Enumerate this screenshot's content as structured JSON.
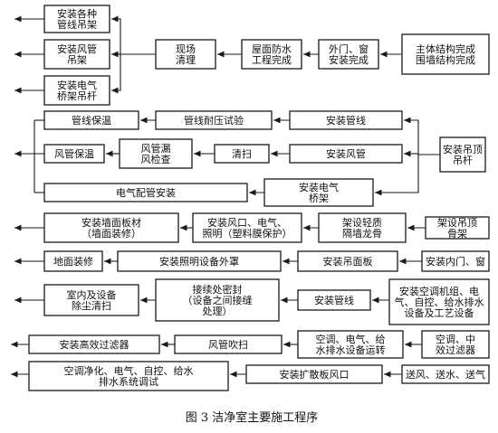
{
  "diagram": {
    "caption": "图 3  洁净室主要施工程序",
    "nodes": {
      "n_main_struct": "主体结构完成 围墙结构完成",
      "n_ext_window": "外门、窗 安装完成",
      "n_floor_plaster": "屋面防水 工程完成",
      "n_site_clean": "现场 清理",
      "n_pipe_hanger": "安装各种 管线吊架",
      "n_duct_hanger": "安装风管 吊架",
      "n_elec_hanger": "安装电气 桥架吊杆",
      "n_hanger_inst": "安装吊顶 吊杆",
      "n_pipe_inst": "安装管线",
      "n_pipe_press": "管线耐压试验",
      "n_pipe_insul": "管线保温",
      "n_duct_inst": "安装风管",
      "n_duct_clean": "清扫",
      "n_duct_leak": "风管漏 风检查",
      "n_duct_insul": "风管保温",
      "n_elec_bridge": "安装电气 桥架",
      "n_elec_pipe": "电气配管安装",
      "n_ceiling_frame": "架设吊顶 骨架",
      "n_ceiling_fix": "架设轻质 隔墙龙骨",
      "n_ceiling_wind": "安装风口、电气、 照明（塑料膜保护）",
      "n_wall_panel": "安装墙面板材 （墙面装修）",
      "n_int_door": "安装内门、窗",
      "n_floor_face": "安装吊面板",
      "n_light_cover": "安装照明设备外罩",
      "n_floor_deco": "地面装修",
      "n_ahu_inst": "安装空调机组、电 气、自控、给水排水 设备及工艺设备",
      "n_pipe_conn": "安装管线",
      "n_equip_conn": "接续处密封 （设备之间接缝 处理）",
      "n_room_clean": "室内及设备 除尘清扫",
      "n_ahu_filter": "空调、中 效过滤器",
      "n_ahu_run": "空调、电气、给 水排水设备运转",
      "n_duct_blow": "风管吹扫",
      "n_hepa_inst": "安装高效过滤器",
      "n_send_air": "送风、送水、送气",
      "n_diffuser": "安装扩散板风口",
      "n_sys_test": "空调净化、电气、自控、给水 排水系统调试"
    }
  }
}
